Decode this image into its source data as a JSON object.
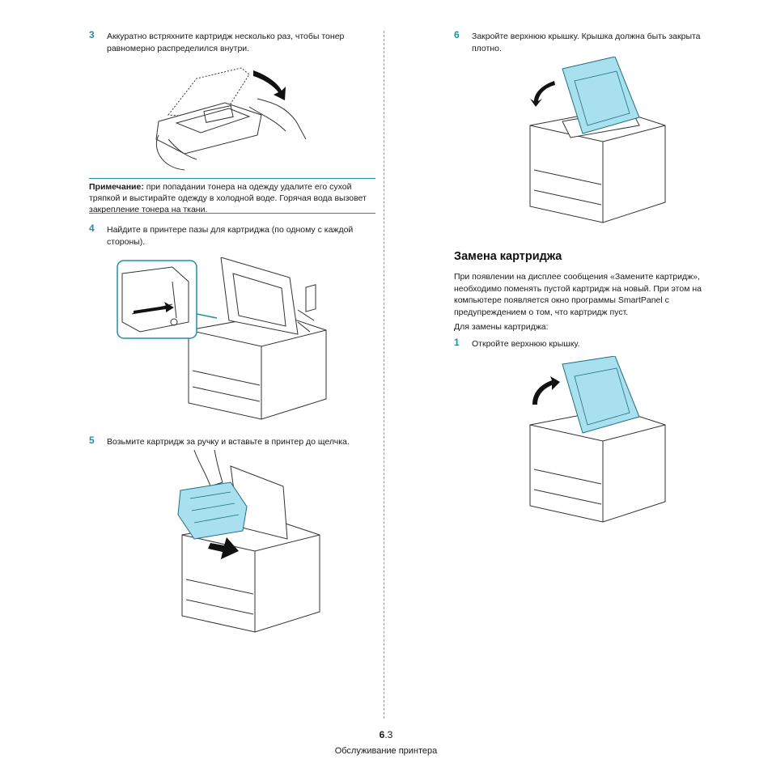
{
  "steps": {
    "s3": {
      "num": "3",
      "text": "Аккуратно встряхните картридж несколько раз, чтобы тонер равномерно распределился внутри."
    },
    "s4": {
      "num": "4",
      "text": "Найдите в принтере пазы для картриджа (по одному с каждой стороны)."
    },
    "s5": {
      "num": "5",
      "text": "Возьмите картридж за ручку и вставьте в принтер до щелчка."
    },
    "s6": {
      "num": "6",
      "text": "Закройте верхнюю крышку. Крышка должна быть закрыта плотно."
    },
    "s1": {
      "num": "1",
      "text": "Откройте верхнюю крышку."
    }
  },
  "note": {
    "label": "Примечание:",
    "text": " при попадании тонера на одежду удалите его сухой тряпкой и выстирайте одежду в холодной воде. Горячая вода вызовет закрепление тонера на ткани."
  },
  "section": {
    "title": "Замена картриджа",
    "intro": "При появлении на дисплее сообщения «Замените картридж», необходимо поменять пустой картридж на новый. При этом на компьютере появляется окно программы SmartPanel с предупреждением о том, что картридж пуст.",
    "lead": "Для замены картриджа:"
  },
  "footer": {
    "chapter": "6",
    "page": ".3",
    "label": "Обслуживание принтера"
  },
  "colors": {
    "accent": "#1e8fa6",
    "cyan_part": "#a8e0ef"
  }
}
